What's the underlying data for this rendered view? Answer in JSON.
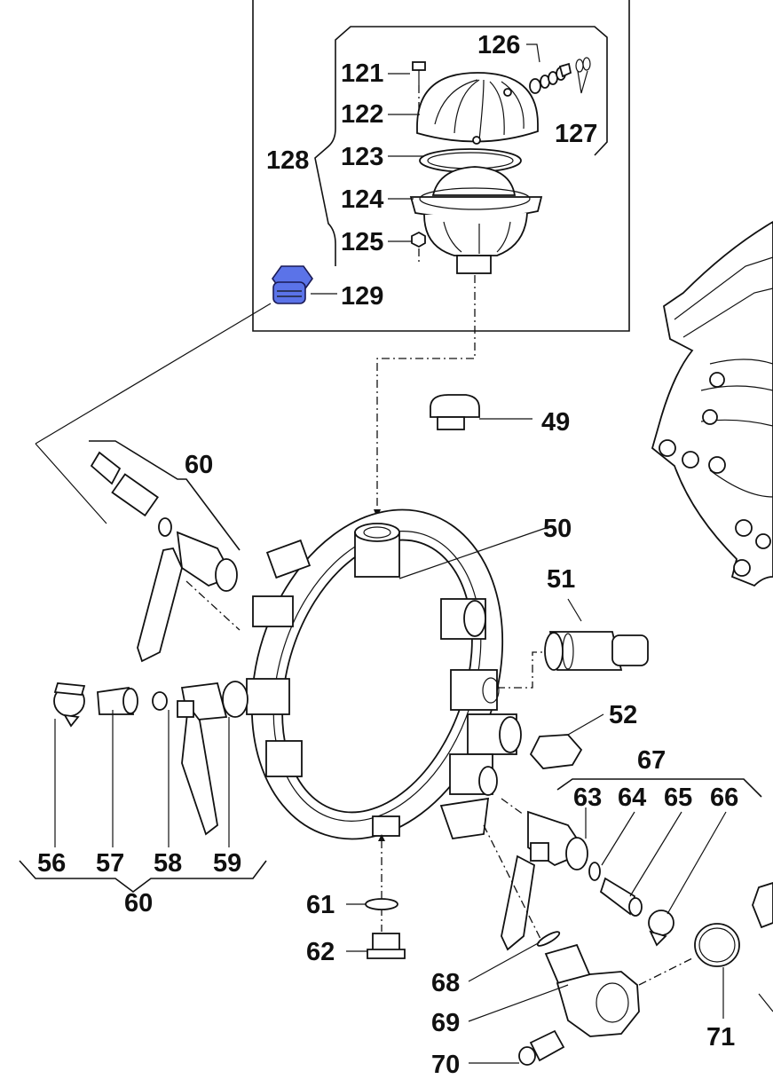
{
  "diagram": {
    "highlight_color": "#5b73e8",
    "line_color": "#111111",
    "callouts": {
      "c121": "121",
      "c122": "122",
      "c123": "123",
      "c124": "124",
      "c125": "125",
      "c126": "126",
      "c127": "127",
      "c128": "128",
      "c129": "129",
      "c49": "49",
      "c50": "50",
      "c51": "51",
      "c52": "52",
      "c56": "56",
      "c57": "57",
      "c58": "58",
      "c59": "59",
      "c60a": "60",
      "c60b": "60",
      "c61": "61",
      "c62": "62",
      "c63": "63",
      "c64": "64",
      "c65": "65",
      "c66": "66",
      "c67": "67",
      "c68": "68",
      "c69": "69",
      "c70": "70",
      "c71": "71"
    },
    "highlighted_part": "129"
  }
}
